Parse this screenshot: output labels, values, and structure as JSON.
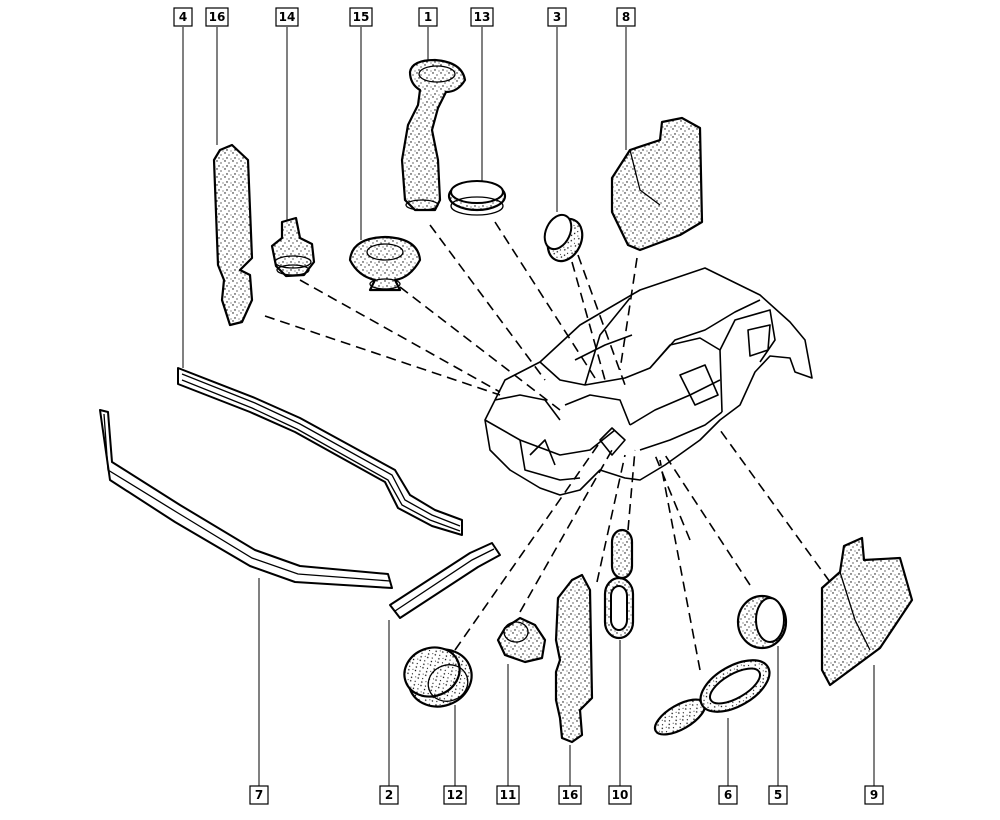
{
  "diagram": {
    "callouts_top": [
      "4",
      "16",
      "14",
      "15",
      "1",
      "13",
      "3",
      "8"
    ],
    "callouts_bottom": [
      "7",
      "2",
      "12",
      "11",
      "16",
      "10",
      "6",
      "5",
      "9"
    ]
  }
}
